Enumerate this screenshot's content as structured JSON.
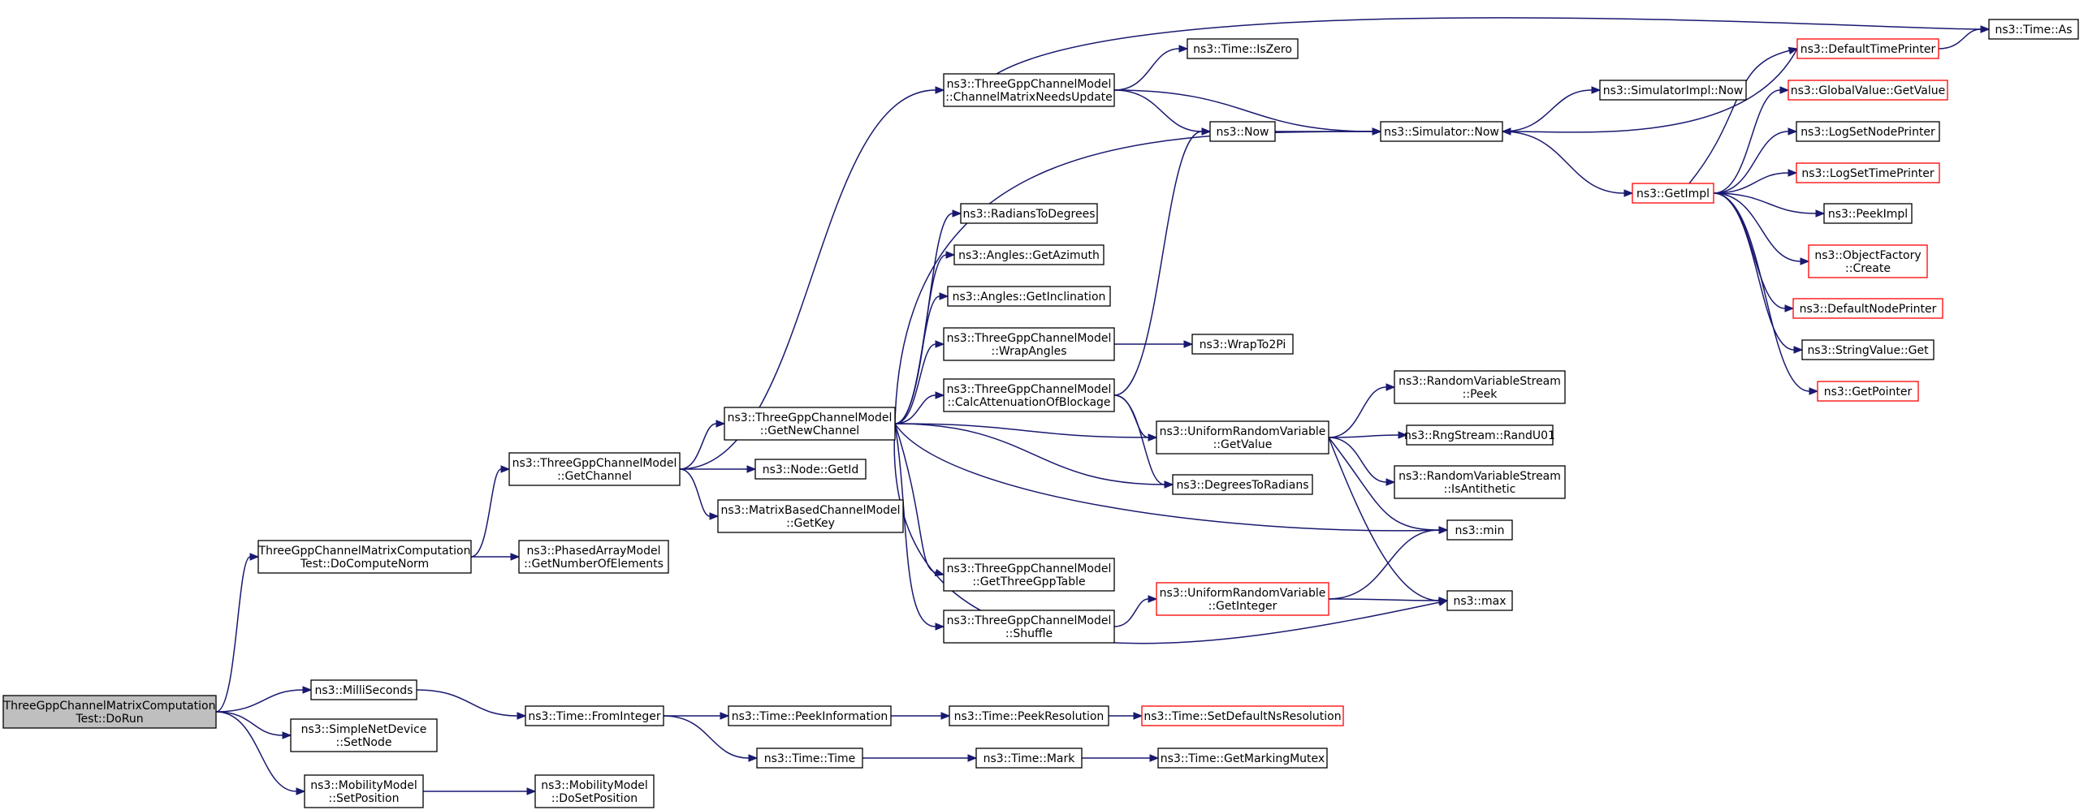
{
  "nodes": [
    {
      "id": "dorun",
      "lines": [
        "ThreeGppChannelMatrixComputation",
        "Test::DoRun"
      ],
      "style": "root"
    },
    {
      "id": "docomputenorm",
      "lines": [
        "ThreeGppChannelMatrixComputation",
        "Test::DoComputeNorm"
      ],
      "style": "normal"
    },
    {
      "id": "milliseconds",
      "lines": [
        "ns3::MilliSeconds"
      ],
      "style": "normal"
    },
    {
      "id": "setnode",
      "lines": [
        "ns3::SimpleNetDevice",
        "::SetNode"
      ],
      "style": "normal"
    },
    {
      "id": "setposition",
      "lines": [
        "ns3::MobilityModel",
        "::SetPosition"
      ],
      "style": "normal"
    },
    {
      "id": "getchannel",
      "lines": [
        "ns3::ThreeGppChannelModel",
        "::GetChannel"
      ],
      "style": "normal"
    },
    {
      "id": "getnumberofelements",
      "lines": [
        "ns3::PhasedArrayModel",
        "::GetNumberOfElements"
      ],
      "style": "normal"
    },
    {
      "id": "frominteger",
      "lines": [
        "ns3::Time::FromInteger"
      ],
      "style": "normal"
    },
    {
      "id": "dosetposition",
      "lines": [
        "ns3::MobilityModel",
        "::DoSetPosition"
      ],
      "style": "normal"
    },
    {
      "id": "getnewchannel",
      "lines": [
        "ns3::ThreeGppChannelModel",
        "::GetNewChannel"
      ],
      "style": "normal"
    },
    {
      "id": "getid",
      "lines": [
        "ns3::Node::GetId"
      ],
      "style": "normal"
    },
    {
      "id": "getkey",
      "lines": [
        "ns3::MatrixBasedChannelModel",
        "::GetKey"
      ],
      "style": "normal"
    },
    {
      "id": "peekinformation",
      "lines": [
        "ns3::Time::PeekInformation"
      ],
      "style": "normal"
    },
    {
      "id": "timetime",
      "lines": [
        "ns3::Time::Time"
      ],
      "style": "normal"
    },
    {
      "id": "channelmatrixneedsupdate",
      "lines": [
        "ns3::ThreeGppChannelModel",
        "::ChannelMatrixNeedsUpdate"
      ],
      "style": "normal"
    },
    {
      "id": "radianstodegrees",
      "lines": [
        "ns3::RadiansToDegrees"
      ],
      "style": "normal"
    },
    {
      "id": "getazimuth",
      "lines": [
        "ns3::Angles::GetAzimuth"
      ],
      "style": "normal"
    },
    {
      "id": "getinclination",
      "lines": [
        "ns3::Angles::GetInclination"
      ],
      "style": "normal"
    },
    {
      "id": "wrapangles",
      "lines": [
        "ns3::ThreeGppChannelModel",
        "::WrapAngles"
      ],
      "style": "normal"
    },
    {
      "id": "calcattenuationofblockage",
      "lines": [
        "ns3::ThreeGppChannelModel",
        "::CalcAttenuationOfBlockage"
      ],
      "style": "normal"
    },
    {
      "id": "getthreegpptable",
      "lines": [
        "ns3::ThreeGppChannelModel",
        "::GetThreeGppTable"
      ],
      "style": "normal"
    },
    {
      "id": "shuffle",
      "lines": [
        "ns3::ThreeGppChannelModel",
        "::Shuffle"
      ],
      "style": "normal"
    },
    {
      "id": "peekresolution",
      "lines": [
        "ns3::Time::PeekResolution"
      ],
      "style": "normal"
    },
    {
      "id": "mark",
      "lines": [
        "ns3::Time::Mark"
      ],
      "style": "normal"
    },
    {
      "id": "iszero",
      "lines": [
        "ns3::Time::IsZero"
      ],
      "style": "normal"
    },
    {
      "id": "now",
      "lines": [
        "ns3::Now"
      ],
      "style": "normal"
    },
    {
      "id": "wrapto2pi",
      "lines": [
        "ns3::WrapTo2Pi"
      ],
      "style": "normal"
    },
    {
      "id": "urv_getvalue",
      "lines": [
        "ns3::UniformRandomVariable",
        "::GetValue"
      ],
      "style": "normal"
    },
    {
      "id": "degreestoradians",
      "lines": [
        "ns3::DegreesToRadians"
      ],
      "style": "normal"
    },
    {
      "id": "urv_getinteger",
      "lines": [
        "ns3::UniformRandomVariable",
        "::GetInteger"
      ],
      "style": "red"
    },
    {
      "id": "setdefaultnsresolution",
      "lines": [
        "ns3::Time::SetDefaultNsResolution"
      ],
      "style": "red"
    },
    {
      "id": "getmarkingmutex",
      "lines": [
        "ns3::Time::GetMarkingMutex"
      ],
      "style": "normal"
    },
    {
      "id": "simulator_now",
      "lines": [
        "ns3::Simulator::Now"
      ],
      "style": "normal"
    },
    {
      "id": "rvs_peek",
      "lines": [
        "ns3::RandomVariableStream",
        "::Peek"
      ],
      "style": "normal"
    },
    {
      "id": "randu01",
      "lines": [
        "ns3::RngStream::RandU01"
      ],
      "style": "normal"
    },
    {
      "id": "isantithetic",
      "lines": [
        "ns3::RandomVariableStream",
        "::IsAntithetic"
      ],
      "style": "normal"
    },
    {
      "id": "min",
      "lines": [
        "ns3::min"
      ],
      "style": "normal"
    },
    {
      "id": "max",
      "lines": [
        "ns3::max"
      ],
      "style": "normal"
    },
    {
      "id": "simulatorimpl_now",
      "lines": [
        "ns3::SimulatorImpl::Now"
      ],
      "style": "normal"
    },
    {
      "id": "getimpl",
      "lines": [
        "ns3::GetImpl"
      ],
      "style": "red"
    },
    {
      "id": "defaulttimeprinter",
      "lines": [
        "ns3::DefaultTimePrinter"
      ],
      "style": "red"
    },
    {
      "id": "globalvalue_getvalue",
      "lines": [
        "ns3::GlobalValue::GetValue"
      ],
      "style": "red"
    },
    {
      "id": "logsetnodeprinter",
      "lines": [
        "ns3::LogSetNodePrinter"
      ],
      "style": "normal"
    },
    {
      "id": "logsettimeprinter",
      "lines": [
        "ns3::LogSetTimePrinter"
      ],
      "style": "red"
    },
    {
      "id": "peekimpl",
      "lines": [
        "ns3::PeekImpl"
      ],
      "style": "normal"
    },
    {
      "id": "objectfactory_create",
      "lines": [
        "ns3::ObjectFactory",
        "::Create"
      ],
      "style": "red"
    },
    {
      "id": "defaultnodeprinter",
      "lines": [
        "ns3::DefaultNodePrinter"
      ],
      "style": "red"
    },
    {
      "id": "stringvalue_get",
      "lines": [
        "ns3::StringValue::Get"
      ],
      "style": "normal"
    },
    {
      "id": "getpointer",
      "lines": [
        "ns3::GetPointer"
      ],
      "style": "red"
    },
    {
      "id": "time_as",
      "lines": [
        "ns3::Time::As"
      ],
      "style": "normal"
    }
  ],
  "edges": [
    [
      "dorun",
      "docomputenorm"
    ],
    [
      "dorun",
      "milliseconds"
    ],
    [
      "dorun",
      "setnode"
    ],
    [
      "dorun",
      "setposition"
    ],
    [
      "docomputenorm",
      "getchannel"
    ],
    [
      "docomputenorm",
      "getnumberofelements"
    ],
    [
      "milliseconds",
      "frominteger"
    ],
    [
      "setposition",
      "dosetposition"
    ],
    [
      "getchannel",
      "channelmatrixneedsupdate"
    ],
    [
      "getchannel",
      "getnewchannel"
    ],
    [
      "getchannel",
      "getid"
    ],
    [
      "getchannel",
      "getkey"
    ],
    [
      "frominteger",
      "peekinformation"
    ],
    [
      "frominteger",
      "timetime"
    ],
    [
      "peekinformation",
      "peekresolution"
    ],
    [
      "peekresolution",
      "setdefaultnsresolution"
    ],
    [
      "timetime",
      "mark"
    ],
    [
      "mark",
      "getmarkingmutex"
    ],
    [
      "channelmatrixneedsupdate",
      "iszero"
    ],
    [
      "channelmatrixneedsupdate",
      "now"
    ],
    [
      "channelmatrixneedsupdate",
      "simulator_now"
    ],
    [
      "channelmatrixneedsupdate",
      "time_as"
    ],
    [
      "getnewchannel",
      "radianstodegrees"
    ],
    [
      "getnewchannel",
      "getazimuth"
    ],
    [
      "getnewchannel",
      "getinclination"
    ],
    [
      "getnewchannel",
      "wrapangles"
    ],
    [
      "getnewchannel",
      "calcattenuationofblockage"
    ],
    [
      "getnewchannel",
      "urv_getvalue"
    ],
    [
      "getnewchannel",
      "degreestoradians"
    ],
    [
      "getnewchannel",
      "min"
    ],
    [
      "getnewchannel",
      "getthreegpptable"
    ],
    [
      "getnewchannel",
      "shuffle"
    ],
    [
      "getnewchannel",
      "max"
    ],
    [
      "getnewchannel",
      "simulator_now"
    ],
    [
      "wrapangles",
      "wrapto2pi"
    ],
    [
      "calcattenuationofblockage",
      "now"
    ],
    [
      "calcattenuationofblockage",
      "urv_getvalue"
    ],
    [
      "calcattenuationofblockage",
      "degreestoradians"
    ],
    [
      "shuffle",
      "urv_getinteger"
    ],
    [
      "now",
      "simulator_now"
    ],
    [
      "urv_getvalue",
      "rvs_peek"
    ],
    [
      "urv_getvalue",
      "randu01"
    ],
    [
      "urv_getvalue",
      "isantithetic"
    ],
    [
      "urv_getvalue",
      "min"
    ],
    [
      "urv_getvalue",
      "max"
    ],
    [
      "urv_getinteger",
      "min"
    ],
    [
      "urv_getinteger",
      "max"
    ],
    [
      "simulator_now",
      "simulatorimpl_now"
    ],
    [
      "simulator_now",
      "getimpl"
    ],
    [
      "getimpl",
      "defaulttimeprinter"
    ],
    [
      "getimpl",
      "globalvalue_getvalue"
    ],
    [
      "getimpl",
      "logsetnodeprinter"
    ],
    [
      "getimpl",
      "logsettimeprinter"
    ],
    [
      "getimpl",
      "peekimpl"
    ],
    [
      "getimpl",
      "objectfactory_create"
    ],
    [
      "getimpl",
      "defaultnodeprinter"
    ],
    [
      "getimpl",
      "stringvalue_get"
    ],
    [
      "getimpl",
      "getpointer"
    ],
    [
      "defaulttimeprinter",
      "simulator_now"
    ],
    [
      "defaulttimeprinter",
      "time_as"
    ]
  ]
}
